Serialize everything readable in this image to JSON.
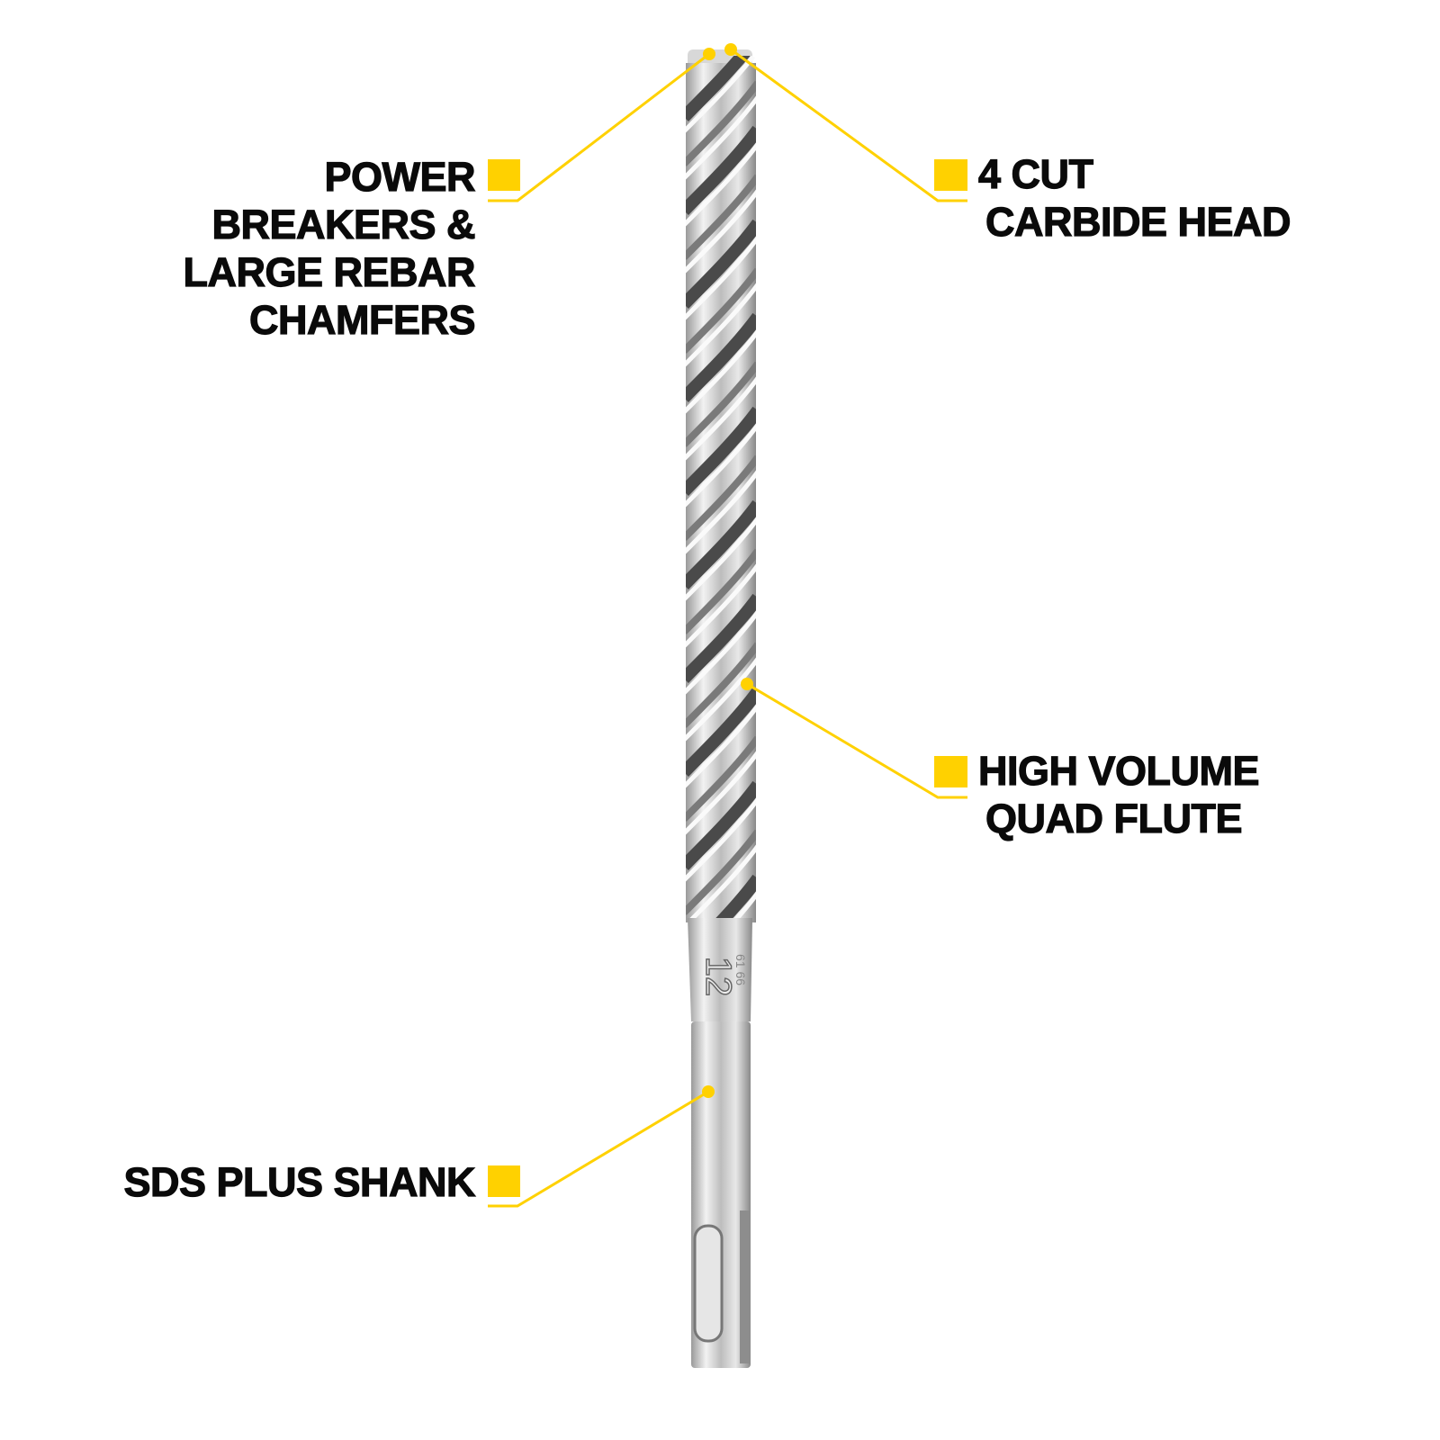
{
  "colors": {
    "accent": "#FFD100",
    "text": "#0a0a0a",
    "background": "#ffffff"
  },
  "product": {
    "shank_marking": "12",
    "shank_marking_small": "61 66"
  },
  "callouts": [
    {
      "id": "power-breakers",
      "lines": [
        "POWER",
        "BREAKERS &",
        "LARGE REBAR",
        "CHAMFERS"
      ]
    },
    {
      "id": "carbide-head",
      "lines": [
        "4 CUT",
        "CARBIDE HEAD"
      ]
    },
    {
      "id": "quad-flute",
      "lines": [
        "HIGH VOLUME",
        "QUAD FLUTE"
      ]
    },
    {
      "id": "sds-shank",
      "lines": [
        "SDS PLUS SHANK"
      ]
    }
  ]
}
